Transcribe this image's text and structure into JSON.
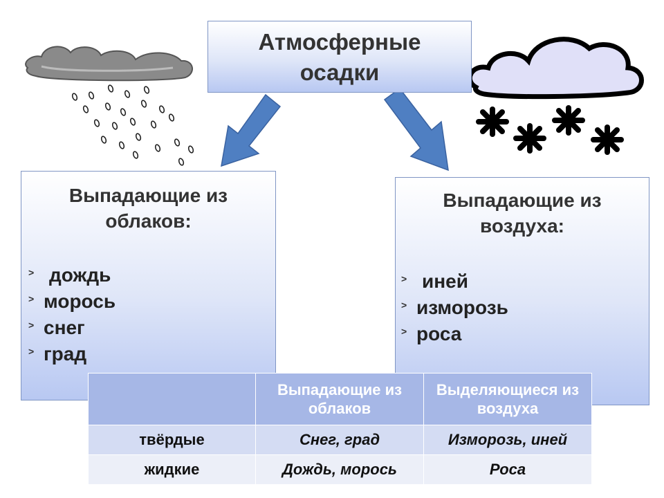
{
  "title": {
    "line1": "Атмосферные",
    "line2": "осадки"
  },
  "left_box": {
    "heading_line1": "Выпадающие из",
    "heading_line2": "облаков:",
    "bullet_glyph": "˃",
    "items": [
      "дождь",
      "морось",
      "снег",
      "град"
    ]
  },
  "right_box": {
    "heading_line1": "Выпадающие из",
    "heading_line2": "воздуха:",
    "bullet_glyph": "˃",
    "items": [
      "иней",
      "изморозь",
      "роса"
    ]
  },
  "table": {
    "headers": [
      "",
      "Выпадающие из облаков",
      "Выделяющиеся из воздуха"
    ],
    "rows": [
      {
        "label": "твёрдые",
        "from_clouds": "Снег, град",
        "from_air": "Изморозь, иней"
      },
      {
        "label": "жидкие",
        "from_clouds": "Дождь, морось",
        "from_air": "Роса"
      }
    ]
  },
  "colors": {
    "arrow": "#4f7fc2",
    "box_gradient_bottom": "#b8c8f2",
    "table_header": "#a6b7e6",
    "table_row_1": "#d4dcf3",
    "table_row_2": "#eceff8",
    "rain_cloud": "#888888",
    "snow_cloud": "#dcdcf5"
  },
  "icons": [
    "rain-cloud-icon",
    "snow-cloud-icon",
    "down-left-arrow-icon",
    "down-right-arrow-icon"
  ]
}
